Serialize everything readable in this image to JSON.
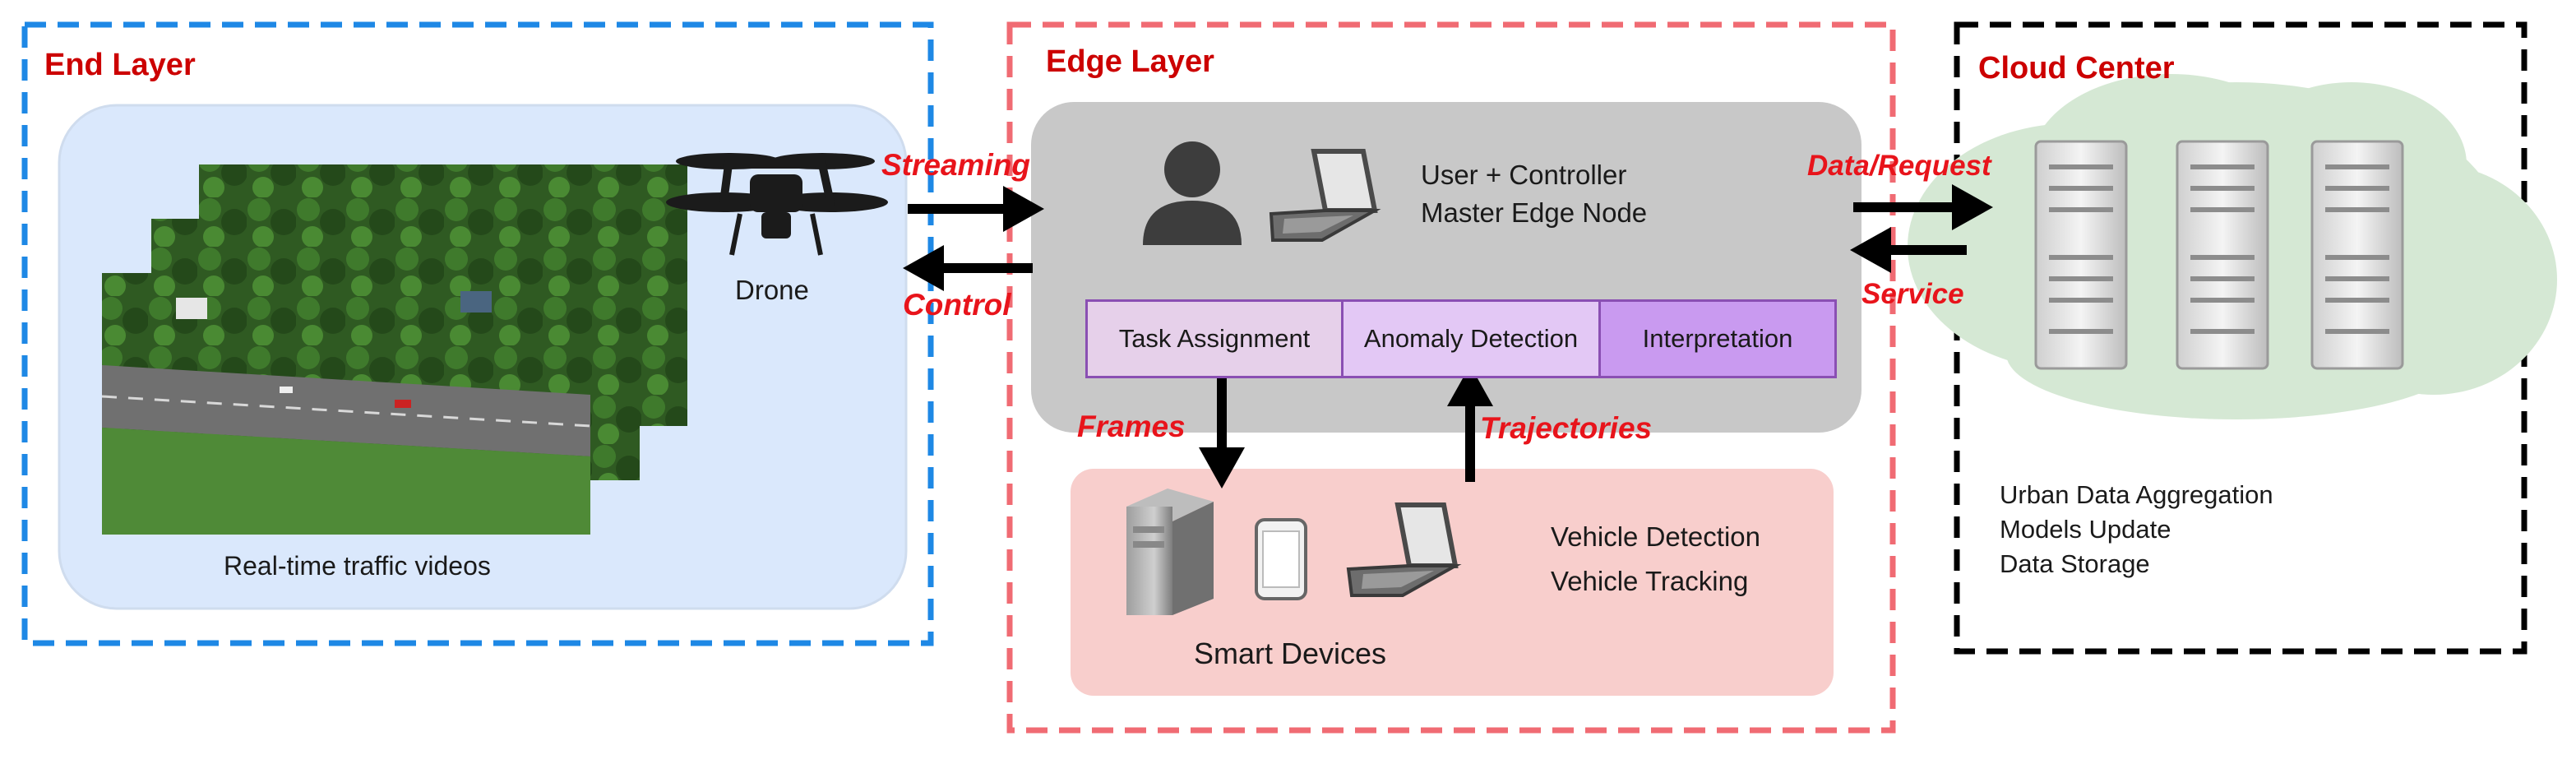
{
  "end_layer": {
    "title": "End Layer",
    "drone_label": "Drone",
    "videos_label": "Real-time traffic videos"
  },
  "edge_layer": {
    "title": "Edge Layer",
    "controller_line1": "User + Controller",
    "controller_line2": "Master Edge Node",
    "modules": [
      "Task Assignment",
      "Anomaly Detection",
      "Interpretation"
    ],
    "smart_devices_label": "Smart Devices",
    "device_tasks": [
      "Vehicle Detection",
      "Vehicle Tracking"
    ]
  },
  "cloud_center": {
    "title": "Cloud Center",
    "functions": [
      "Urban Data Aggregation",
      "Models Update",
      "Data Storage"
    ]
  },
  "flow_labels": {
    "streaming": "Streaming",
    "control": "Control",
    "data_request": "Data/Request",
    "service": "Service",
    "frames": "Frames",
    "trajectories": "Trajectories"
  },
  "colors": {
    "end_layer_border": "#1e88e5",
    "edge_layer_border": "#f06b73",
    "cloud_border": "#000000",
    "title_red": "#cc0000",
    "flow_label_red": "#e8141b",
    "end_panel": "#dae8fc",
    "edge_panel": "#c8c8c8",
    "devices_panel": "#f8cecc",
    "cloud_shape": "#d5e8d4",
    "module_light": "#e6d0ea",
    "module_mid": "#e3c8f5",
    "module_dark": "#c99af0"
  },
  "icons": [
    "drone-icon",
    "user-icon",
    "laptop-icon",
    "server-tower-icon",
    "smartphone-icon",
    "server-rack-icon",
    "arrow-icon"
  ]
}
